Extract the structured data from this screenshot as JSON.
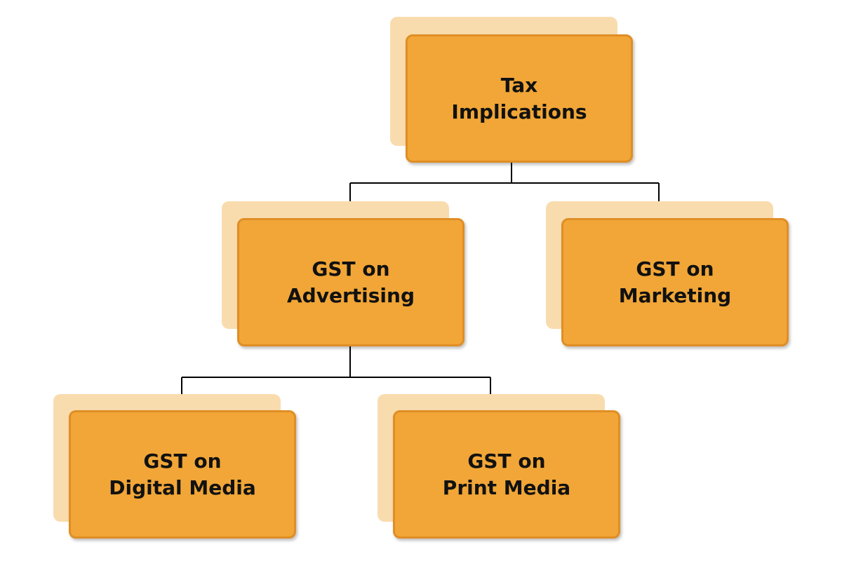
{
  "diagram": {
    "nodes": [
      {
        "id": "tax-implications",
        "lines": [
          "Tax",
          "Implications"
        ]
      },
      {
        "id": "gst-advertising",
        "lines": [
          "GST on",
          "Advertising"
        ]
      },
      {
        "id": "gst-marketing",
        "lines": [
          "GST on",
          "Marketing"
        ]
      },
      {
        "id": "gst-digital-media",
        "lines": [
          "GST on",
          "Digital Media"
        ]
      },
      {
        "id": "gst-print-media",
        "lines": [
          "GST on",
          "Print Media"
        ]
      }
    ],
    "edges": [
      {
        "from": "tax-implications",
        "to": "gst-advertising"
      },
      {
        "from": "tax-implications",
        "to": "gst-marketing"
      },
      {
        "from": "gst-advertising",
        "to": "gst-digital-media"
      },
      {
        "from": "gst-advertising",
        "to": "gst-print-media"
      }
    ],
    "colors": {
      "card_fill": "#f1a637",
      "card_border": "#e08e25",
      "shadow_fill": "#f9dcae",
      "connector": "#000000"
    }
  }
}
